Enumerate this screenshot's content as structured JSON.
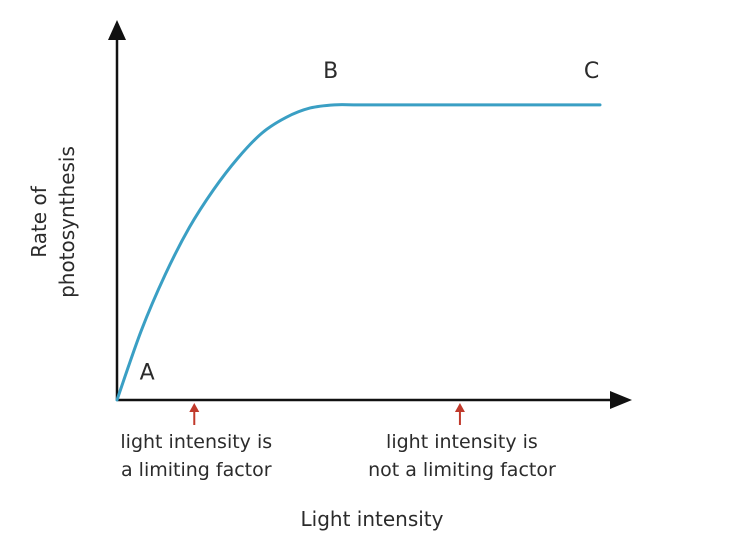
{
  "chart_data": {
    "type": "line",
    "title": "",
    "xlabel": "Light intensity",
    "ylabel": [
      "Rate of",
      "photosynthesis"
    ],
    "xlim": [
      0,
      100
    ],
    "ylim": [
      0,
      100
    ],
    "grid": false,
    "series": [
      {
        "color": "#3a9fc4",
        "x": [
          0,
          5,
          10,
          15,
          20,
          25,
          30,
          35,
          40,
          45,
          50,
          60,
          70,
          80,
          90,
          100
        ],
        "y": [
          0,
          22,
          40,
          55,
          67,
          77,
          85,
          90,
          93,
          94,
          94,
          94,
          94,
          94,
          94,
          94
        ]
      }
    ],
    "point_labels": [
      {
        "text": "A",
        "x": 5,
        "y": 4
      },
      {
        "text": "B",
        "x": 43,
        "y": 100
      },
      {
        "text": "C",
        "x": 97,
        "y": 100
      }
    ],
    "annotations": [
      {
        "lines": [
          "light intensity is",
          "a limiting factor"
        ],
        "x": 16,
        "arrow_color": "#c0392b"
      },
      {
        "lines": [
          "light intensity is",
          "not a limiting factor"
        ],
        "x": 71,
        "arrow_color": "#c0392b"
      }
    ]
  }
}
